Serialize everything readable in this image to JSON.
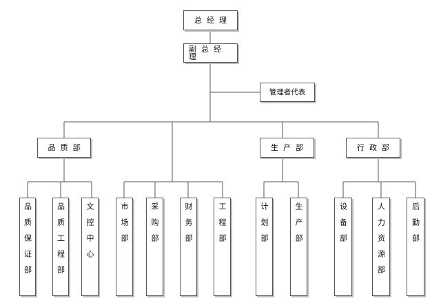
{
  "org": {
    "general_manager": "总经理",
    "deputy_general_manager": "副总经理",
    "management_representative": "管理者代表",
    "departments": [
      {
        "name": "品质部",
        "subunits": [
          "品质保证部",
          "品质工程部",
          "文控中心"
        ]
      },
      {
        "name": "",
        "subunits": [
          "市场部",
          "采购部",
          "财务部",
          "工程部"
        ]
      },
      {
        "name": "生产部",
        "subunits": [
          "计划部",
          "生产部"
        ]
      },
      {
        "name": "行政部",
        "subunits": [
          "设备部",
          "人力资源部",
          "后勤部"
        ]
      }
    ]
  },
  "colors": {
    "line": "#555555",
    "box_border": "#555555",
    "shadow": "#bdbdbd"
  }
}
